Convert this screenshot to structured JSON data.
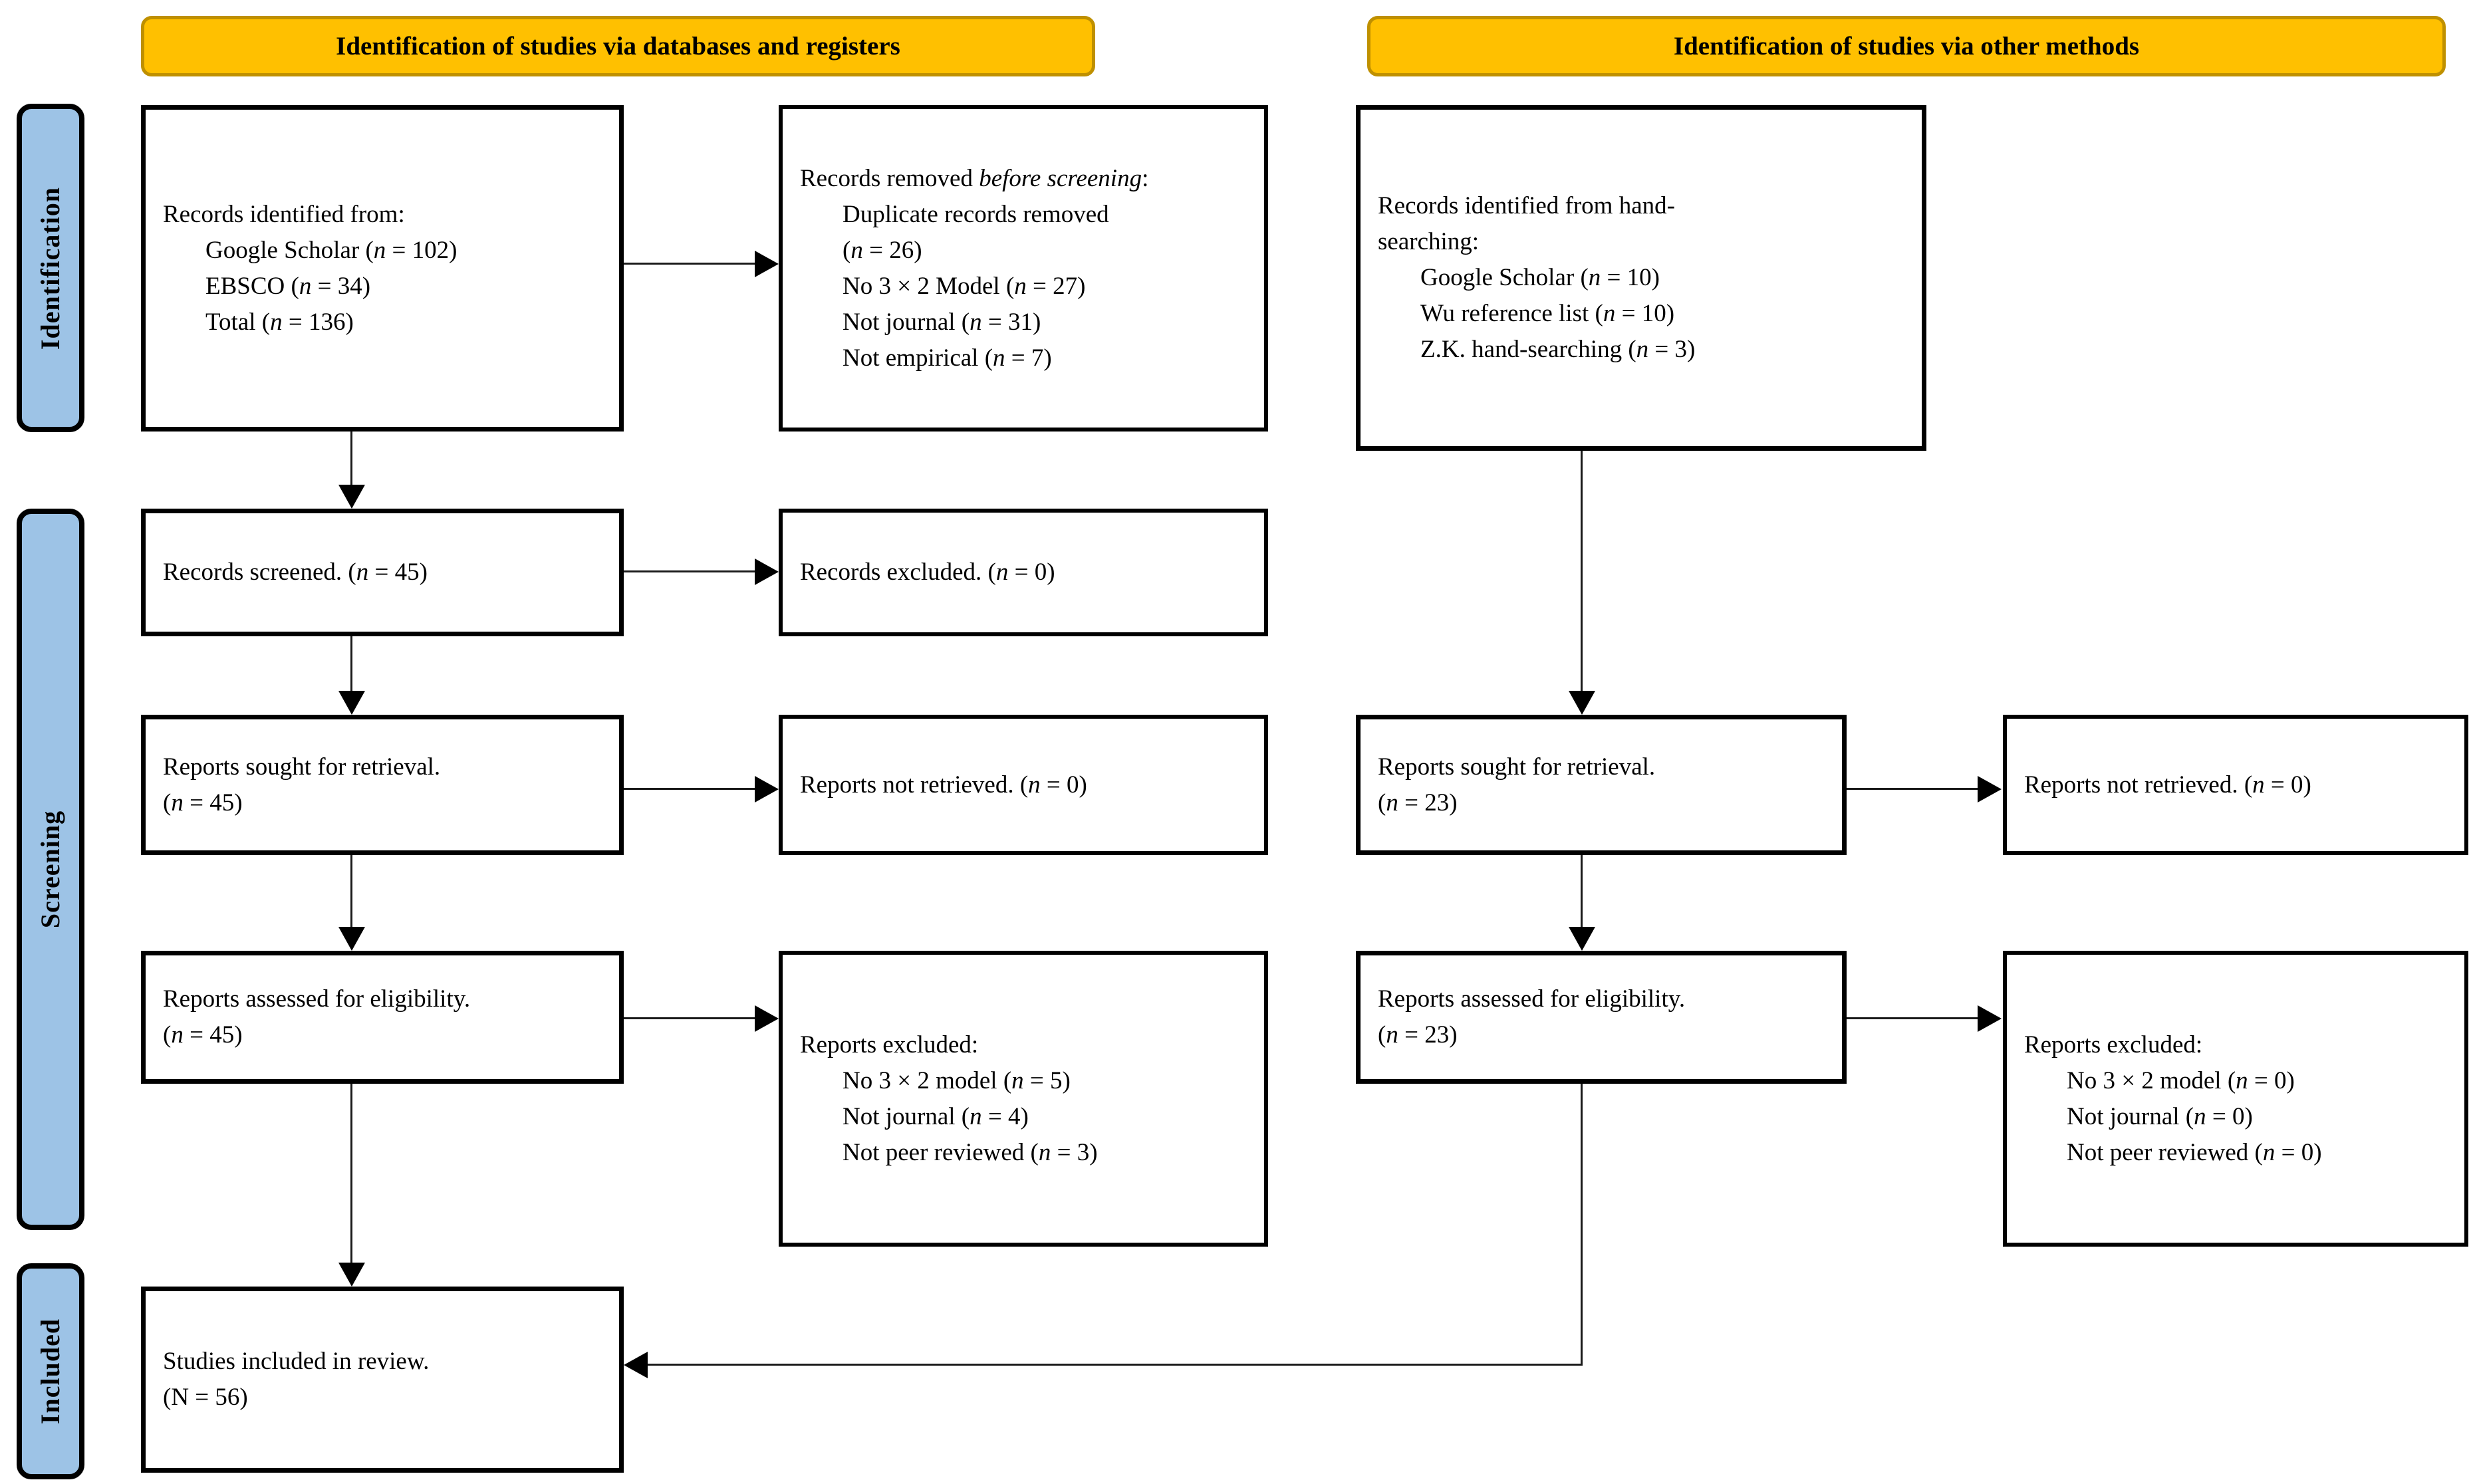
{
  "colors": {
    "banner_fill": "#FFC000",
    "banner_border": "#BF9000",
    "stage_fill": "#9DC3E6",
    "box_border": "#000000",
    "background": "#FFFFFF"
  },
  "banners": {
    "databases": {
      "label": "Identification of studies via databases and registers"
    },
    "other": {
      "label": "Identification of studies via other methods"
    }
  },
  "stages": {
    "identification": {
      "label": "Identification"
    },
    "screening": {
      "label": "Screening"
    },
    "included": {
      "label": "Included"
    }
  },
  "boxes": {
    "records_identified": {
      "lines": [
        {
          "ind": 0,
          "seg": [
            [
              "Records identified from:",
              0
            ]
          ]
        },
        {
          "ind": 1,
          "seg": [
            [
              "Google Scholar (",
              0
            ],
            [
              "n",
              1
            ],
            [
              " = 102)",
              0
            ]
          ]
        },
        {
          "ind": 1,
          "seg": [
            [
              "EBSCO (",
              0
            ],
            [
              "n",
              1
            ],
            [
              " = 34)",
              0
            ]
          ]
        },
        {
          "ind": 1,
          "seg": [
            [
              "Total (",
              0
            ],
            [
              "n",
              1
            ],
            [
              " = 136)",
              0
            ]
          ]
        }
      ]
    },
    "records_removed": {
      "lines": [
        {
          "ind": 0,
          "seg": [
            [
              "Records removed ",
              0
            ],
            [
              "before screening",
              1
            ],
            [
              ":",
              0
            ]
          ]
        },
        {
          "ind": 1,
          "seg": [
            [
              "Duplicate records removed",
              0
            ]
          ]
        },
        {
          "ind": 1,
          "seg": [
            [
              "(",
              0
            ],
            [
              "n",
              1
            ],
            [
              " = 26)",
              0
            ]
          ]
        },
        {
          "ind": 1,
          "seg": [
            [
              "No 3 × 2 Model (",
              0
            ],
            [
              "n",
              1
            ],
            [
              " = 27)",
              0
            ]
          ]
        },
        {
          "ind": 1,
          "seg": [
            [
              "Not journal (",
              0
            ],
            [
              "n",
              1
            ],
            [
              " = 31)",
              0
            ]
          ]
        },
        {
          "ind": 1,
          "seg": [
            [
              "Not empirical (",
              0
            ],
            [
              "n",
              1
            ],
            [
              " = 7)",
              0
            ]
          ]
        }
      ]
    },
    "records_hand_searching": {
      "lines": [
        {
          "ind": 0,
          "seg": [
            [
              "Records identified from hand-",
              0
            ]
          ]
        },
        {
          "ind": 0,
          "seg": [
            [
              "searching:",
              0
            ]
          ]
        },
        {
          "ind": 1,
          "seg": [
            [
              "Google Scholar (",
              0
            ],
            [
              "n",
              1
            ],
            [
              " = 10)",
              0
            ]
          ]
        },
        {
          "ind": 1,
          "seg": [
            [
              "Wu reference list (",
              0
            ],
            [
              "n",
              1
            ],
            [
              " = 10)",
              0
            ]
          ]
        },
        {
          "ind": 1,
          "seg": [
            [
              "Z.K. hand-searching (",
              0
            ],
            [
              "n",
              1
            ],
            [
              " = 3)",
              0
            ]
          ]
        }
      ]
    },
    "records_screened": {
      "lines": [
        {
          "ind": 0,
          "seg": [
            [
              "Records screened. (",
              0
            ],
            [
              "n",
              1
            ],
            [
              " = 45)",
              0
            ]
          ]
        }
      ]
    },
    "records_excluded": {
      "lines": [
        {
          "ind": 0,
          "seg": [
            [
              "Records excluded. (",
              0
            ],
            [
              "n",
              1
            ],
            [
              " = 0)",
              0
            ]
          ]
        }
      ]
    },
    "reports_sought_db": {
      "lines": [
        {
          "ind": 0,
          "seg": [
            [
              "Reports sought for retrieval.",
              0
            ]
          ]
        },
        {
          "ind": 0,
          "seg": [
            [
              "(",
              0
            ],
            [
              "n",
              1
            ],
            [
              " = 45)",
              0
            ]
          ]
        }
      ]
    },
    "reports_not_retrieved_db": {
      "lines": [
        {
          "ind": 0,
          "seg": [
            [
              "Reports not retrieved. (",
              0
            ],
            [
              "n",
              1
            ],
            [
              " = 0)",
              0
            ]
          ]
        }
      ]
    },
    "reports_sought_other": {
      "lines": [
        {
          "ind": 0,
          "seg": [
            [
              "Reports sought for retrieval.",
              0
            ]
          ]
        },
        {
          "ind": 0,
          "seg": [
            [
              "(",
              0
            ],
            [
              "n",
              1
            ],
            [
              " = 23)",
              0
            ]
          ]
        }
      ]
    },
    "reports_not_retrieved_other": {
      "lines": [
        {
          "ind": 0,
          "seg": [
            [
              "Reports not retrieved. (",
              0
            ],
            [
              "n",
              1
            ],
            [
              " = 0)",
              0
            ]
          ]
        }
      ]
    },
    "reports_assessed_db": {
      "lines": [
        {
          "ind": 0,
          "seg": [
            [
              "Reports assessed for eligibility.",
              0
            ]
          ]
        },
        {
          "ind": 0,
          "seg": [
            [
              "(",
              0
            ],
            [
              "n",
              1
            ],
            [
              " = 45)",
              0
            ]
          ]
        }
      ]
    },
    "reports_excluded_db": {
      "lines": [
        {
          "ind": 0,
          "seg": [
            [
              "Reports excluded:",
              0
            ]
          ]
        },
        {
          "ind": 1,
          "seg": [
            [
              "No 3 × 2 model (",
              0
            ],
            [
              "n",
              1
            ],
            [
              " = 5)",
              0
            ]
          ]
        },
        {
          "ind": 1,
          "seg": [
            [
              "Not journal (",
              0
            ],
            [
              "n",
              1
            ],
            [
              " = 4)",
              0
            ]
          ]
        },
        {
          "ind": 1,
          "seg": [
            [
              "Not peer reviewed (",
              0
            ],
            [
              "n",
              1
            ],
            [
              " = 3)",
              0
            ]
          ]
        }
      ]
    },
    "reports_assessed_other": {
      "lines": [
        {
          "ind": 0,
          "seg": [
            [
              "Reports assessed for eligibility.",
              0
            ]
          ]
        },
        {
          "ind": 0,
          "seg": [
            [
              "(",
              0
            ],
            [
              "n",
              1
            ],
            [
              " = 23)",
              0
            ]
          ]
        }
      ]
    },
    "reports_excluded_other": {
      "lines": [
        {
          "ind": 0,
          "seg": [
            [
              "Reports excluded:",
              0
            ]
          ]
        },
        {
          "ind": 1,
          "seg": [
            [
              "No 3 × 2 model (",
              0
            ],
            [
              "n",
              1
            ],
            [
              " = 0)",
              0
            ]
          ]
        },
        {
          "ind": 1,
          "seg": [
            [
              "Not journal (",
              0
            ],
            [
              "n",
              1
            ],
            [
              " = 0)",
              0
            ]
          ]
        },
        {
          "ind": 1,
          "seg": [
            [
              "Not peer reviewed (",
              0
            ],
            [
              "n",
              1
            ],
            [
              " = 0)",
              0
            ]
          ]
        }
      ]
    },
    "studies_included": {
      "lines": [
        {
          "ind": 0,
          "seg": [
            [
              "Studies included in review.",
              0
            ]
          ]
        },
        {
          "ind": 0,
          "seg": [
            [
              "(N = 56)",
              0
            ]
          ]
        }
      ]
    }
  }
}
